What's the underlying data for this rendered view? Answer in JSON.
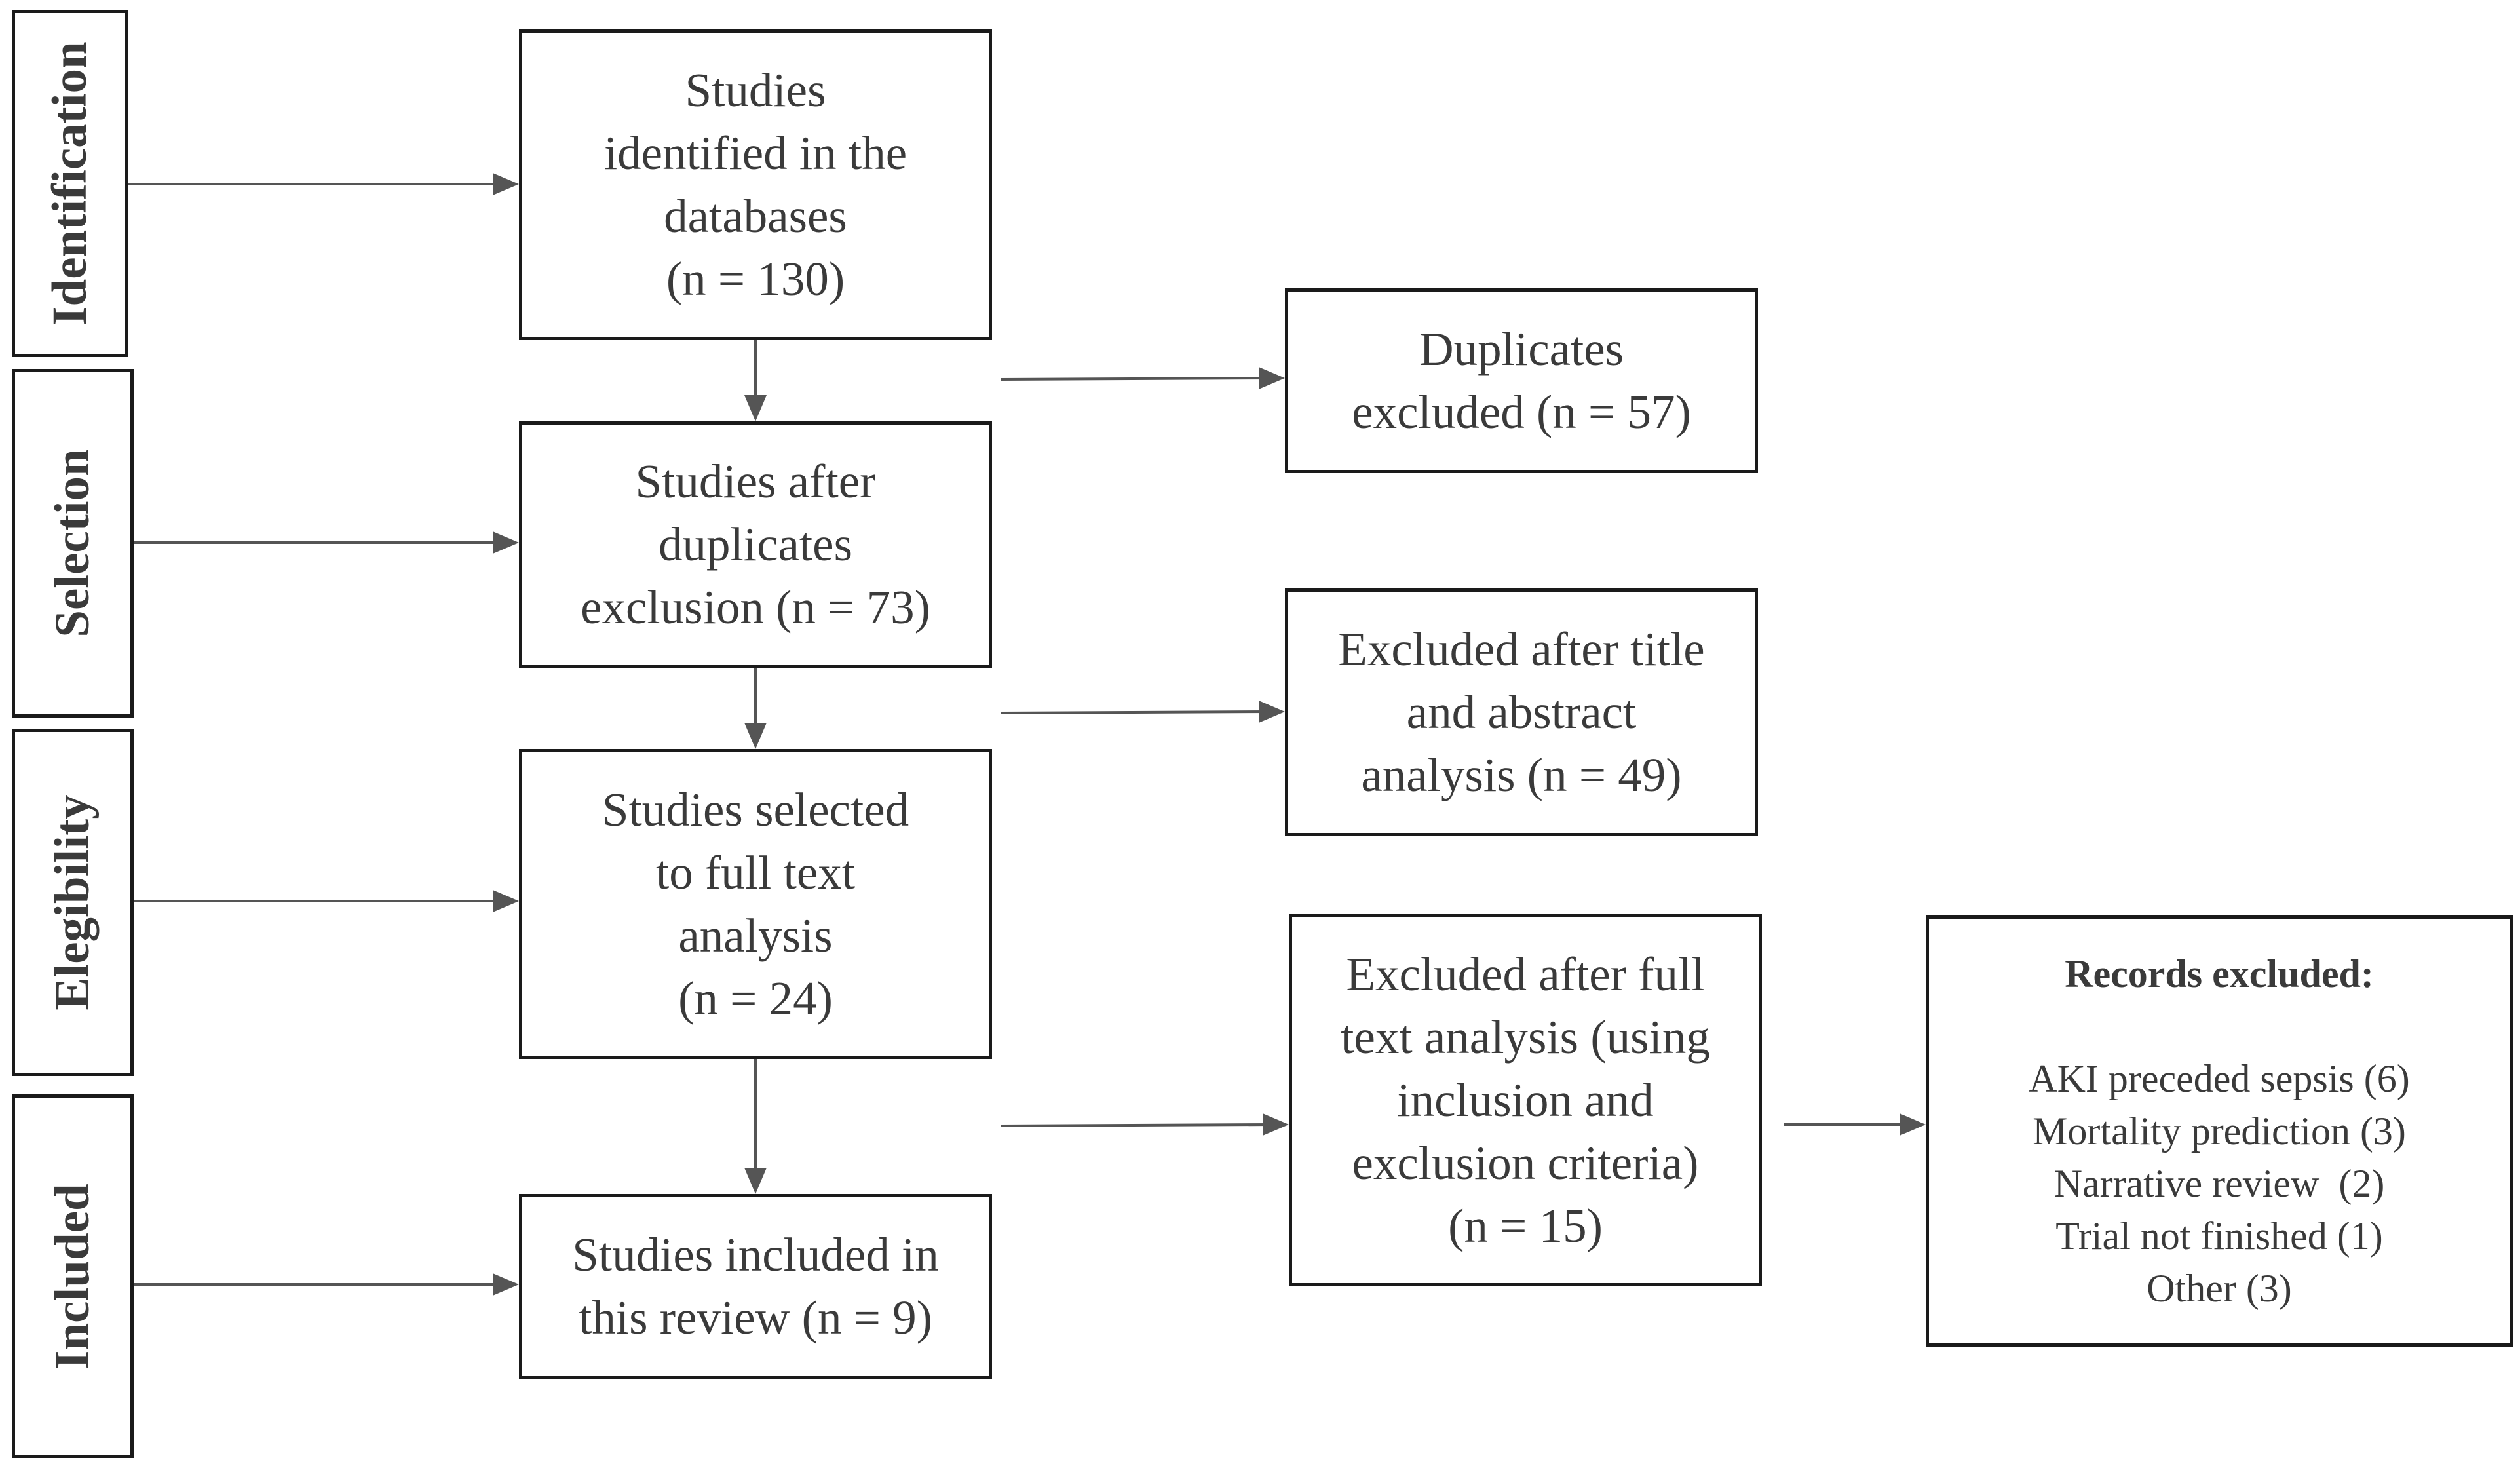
{
  "stages": {
    "identification": "Identification",
    "selection": "Selection",
    "elegibility": "Elegibility",
    "included": "Included"
  },
  "main": {
    "identified": [
      "Studies",
      "identified in the",
      "databases",
      "(n = 130)"
    ],
    "after_duplicates": [
      "Studies after",
      "duplicates",
      "exclusion (n = 73)"
    ],
    "full_text": [
      "Studies selected",
      "to full text",
      "analysis",
      "(n = 24)"
    ],
    "included": [
      "Studies included in",
      "this review (n = 9)"
    ]
  },
  "excluded": {
    "duplicates": [
      "Duplicates",
      "excluded (n = 57)"
    ],
    "title_abstract": [
      "Excluded after title",
      "and abstract",
      "analysis (n = 49)"
    ],
    "full_text": [
      "Excluded after full",
      "text analysis (using",
      "inclusion and",
      "exclusion criteria)",
      "(n = 15)"
    ]
  },
  "records": {
    "title": "Records excluded:",
    "items": [
      "AKI preceded sepsis (6)",
      "Mortality prediction (3)",
      "Narrative review  (2)",
      "Trial not finished (1)",
      "Other (3)"
    ]
  },
  "colors": {
    "border": "#1a1a1a",
    "arrow": "#555555",
    "text": "#3a3a3a"
  }
}
